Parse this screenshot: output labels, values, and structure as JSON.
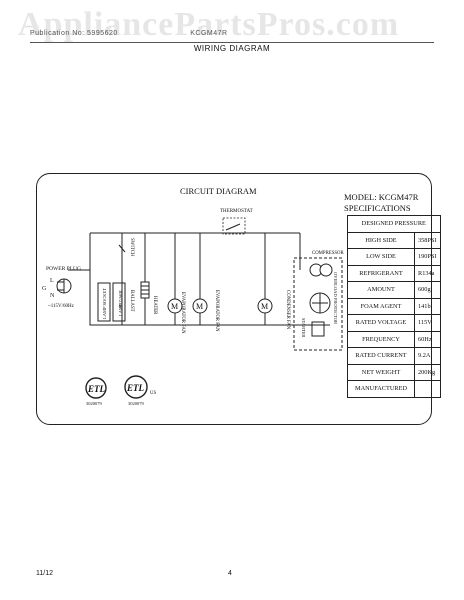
{
  "header": {
    "left_text": "Publication No: 5995620",
    "model_text": "KCGM47R"
  },
  "watermark": "AppliancePartsPros.com",
  "page_title": "WIRING DIAGRAM",
  "diagram": {
    "title": "CIRCUIT  DIAGRAM",
    "power_plug": "POWER PLUG",
    "line": "L",
    "neutral": "N",
    "ground": "G",
    "voltage": "~115V/60Hz",
    "thermostat": "THERMOSTAT",
    "compressor": "COMPRESSOR",
    "switch": "SWITCH",
    "lamp_socket": "LAMP SOCKET",
    "lamp": "LAMP",
    "lamp_wattage": "30W/23W",
    "ballast": "BALLAST",
    "heater": "HEATER",
    "evaporator_fan_1": "EVAPORATOR FAN",
    "evaporator_fan_2": "EVAPORATOR FAN",
    "condenser_fan": "CONDENSER FAN",
    "overload_protector": "OVERLOAD PROTECTOR",
    "starter": "STARTER",
    "motor_symbol": "M",
    "cert_left_number": "3020079",
    "cert_right_number": "3020079",
    "cert_right_us": "US"
  },
  "specs": {
    "model_line": "MODEL: KCGM47R",
    "title": "SPECIFICATIONS",
    "header": "DESIGNED PRESSURE",
    "rows": [
      {
        "label": "HIGH SIDE",
        "value": "358PSI"
      },
      {
        "label": "LOW SIDE",
        "value": "190PSI"
      },
      {
        "label": "REFRIGERANT",
        "value": "R134a"
      },
      {
        "label": "AMOUNT",
        "value": "600g"
      },
      {
        "label": "FOAM AGENT",
        "value": "141b"
      },
      {
        "label": "RATED VOLTAGE",
        "value": "115V"
      },
      {
        "label": "FREQUENCY",
        "value": "60Hz"
      },
      {
        "label": "RATED CURRENT",
        "value": "9.2A"
      },
      {
        "label": "NET WEIGHT",
        "value": "200Kg"
      },
      {
        "label": "MANUFACTURED",
        "value": ""
      }
    ]
  },
  "footer": {
    "date": "11/12",
    "page_number": "4"
  }
}
